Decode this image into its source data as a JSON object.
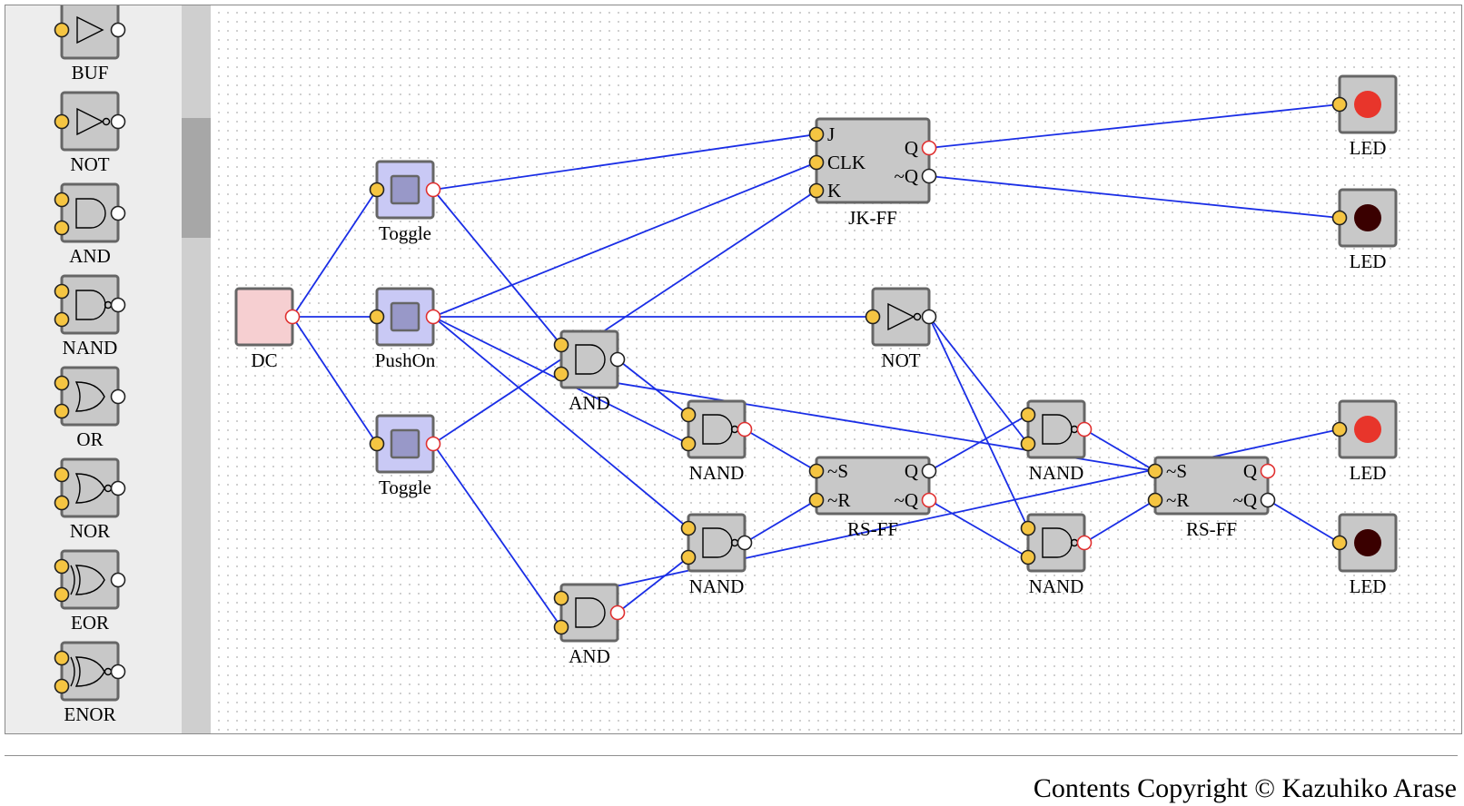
{
  "palette": {
    "items": [
      {
        "label": "BUF",
        "icon": "buf-gate-icon"
      },
      {
        "label": "NOT",
        "icon": "not-gate-icon"
      },
      {
        "label": "AND",
        "icon": "and-gate-icon"
      },
      {
        "label": "NAND",
        "icon": "nand-gate-icon"
      },
      {
        "label": "OR",
        "icon": "or-gate-icon"
      },
      {
        "label": "NOR",
        "icon": "nor-gate-icon"
      },
      {
        "label": "EOR",
        "icon": "eor-gate-icon"
      },
      {
        "label": "ENOR",
        "icon": "enor-gate-icon"
      }
    ]
  },
  "components": [
    {
      "id": "dc",
      "type": "DC",
      "label": "DC"
    },
    {
      "id": "toggle1",
      "type": "Toggle",
      "label": "Toggle"
    },
    {
      "id": "pushon",
      "type": "PushOn",
      "label": "PushOn"
    },
    {
      "id": "toggle2",
      "type": "Toggle",
      "label": "Toggle"
    },
    {
      "id": "jkff",
      "type": "JK-FF",
      "label": "JK-FF",
      "pins": {
        "in": [
          "J",
          "CLK",
          "K"
        ],
        "out": [
          "Q",
          "~Q"
        ]
      }
    },
    {
      "id": "not1",
      "type": "NOT",
      "label": "NOT"
    },
    {
      "id": "and1",
      "type": "AND",
      "label": "AND"
    },
    {
      "id": "and2",
      "type": "AND",
      "label": "AND"
    },
    {
      "id": "nand1",
      "type": "NAND",
      "label": "NAND"
    },
    {
      "id": "nand2",
      "type": "NAND",
      "label": "NAND"
    },
    {
      "id": "rsff1",
      "type": "RS-FF",
      "label": "RS-FF",
      "pins": {
        "in": [
          "~S",
          "~R"
        ],
        "out": [
          "Q",
          "~Q"
        ]
      }
    },
    {
      "id": "nand3",
      "type": "NAND",
      "label": "NAND"
    },
    {
      "id": "nand4",
      "type": "NAND",
      "label": "NAND"
    },
    {
      "id": "rsff2",
      "type": "RS-FF",
      "label": "RS-FF",
      "pins": {
        "in": [
          "~S",
          "~R"
        ],
        "out": [
          "Q",
          "~Q"
        ]
      }
    },
    {
      "id": "led1",
      "type": "LED",
      "label": "LED",
      "state": "on"
    },
    {
      "id": "led2",
      "type": "LED",
      "label": "LED",
      "state": "off"
    },
    {
      "id": "led3",
      "type": "LED",
      "label": "LED",
      "state": "on"
    },
    {
      "id": "led4",
      "type": "LED",
      "label": "LED",
      "state": "off"
    }
  ],
  "wires": [
    [
      "dc.out",
      "toggle1.in"
    ],
    [
      "dc.out",
      "pushon.in"
    ],
    [
      "dc.out",
      "toggle2.in"
    ],
    [
      "toggle1.out",
      "jkff.J"
    ],
    [
      "toggle1.out",
      "and1.in1"
    ],
    [
      "pushon.out",
      "jkff.CLK"
    ],
    [
      "pushon.out",
      "not1.in"
    ],
    [
      "pushon.out",
      "nand1.in2"
    ],
    [
      "pushon.out",
      "nand2.in1"
    ],
    [
      "toggle2.out",
      "jkff.K"
    ],
    [
      "toggle2.out",
      "and2.in2"
    ],
    [
      "jkff.Q",
      "led1.in"
    ],
    [
      "jkff.~Q",
      "led2.in"
    ],
    [
      "and1.out",
      "nand1.in1"
    ],
    [
      "and1.in2",
      "rsff2.~S"
    ],
    [
      "and2.out",
      "nand2.in2"
    ],
    [
      "and2.in1",
      "led3.in"
    ],
    [
      "nand1.out",
      "rsff1.~S"
    ],
    [
      "nand2.out",
      "rsff1.~R"
    ],
    [
      "rsff1.Q",
      "nand3.in1"
    ],
    [
      "rsff1.~Q",
      "nand4.in2"
    ],
    [
      "not1.out",
      "nand3.in2"
    ],
    [
      "not1.out",
      "nand4.in1"
    ],
    [
      "nand3.out",
      "rsff2.~S"
    ],
    [
      "nand4.out",
      "rsff2.~R"
    ],
    [
      "rsff2.~Q",
      "led4.in"
    ]
  ],
  "colors": {
    "wire": "#1a2ee6",
    "pin_in": "#f5c542",
    "pin_out_active": "#e03030",
    "led_on": "#e8352b",
    "led_off": "#3a0000",
    "switch_body": "#c9c9f5",
    "switch_knob": "#9898c8",
    "dc_body": "#f6cfd1",
    "gate_body": "#c8c8c8"
  },
  "footer": {
    "copyright": "Contents Copyright © Kazuhiko Arase"
  }
}
